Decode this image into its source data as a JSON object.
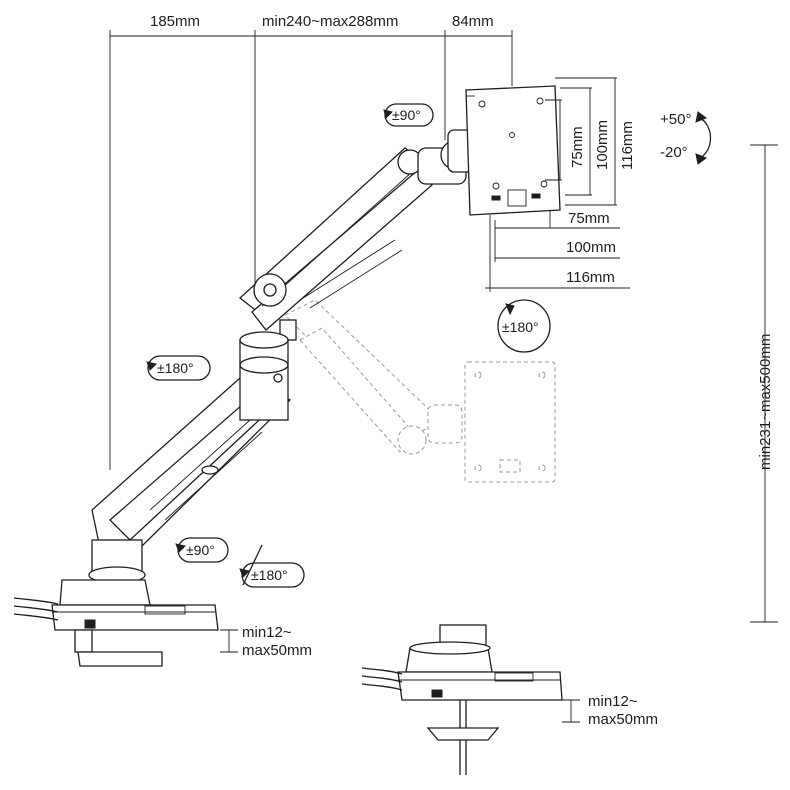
{
  "dimensions": {
    "arm_reach_base": "185mm",
    "arm_reach_range": "min240~max288mm",
    "head_offset": "84mm",
    "vesa_v_75": "75mm",
    "vesa_v_100": "100mm",
    "vesa_v_116": "116mm",
    "vesa_h_75": "75mm",
    "vesa_h_100": "100mm",
    "vesa_h_116": "116mm",
    "height_range": "min231~max500mm",
    "clamp_thickness_line1": "min12~",
    "clamp_thickness_line2": "max50mm",
    "grommet_thickness_line1": "min12~",
    "grommet_thickness_line2": "max50mm"
  },
  "rotations": {
    "head_swivel": "±90°",
    "tilt_up": "+50°",
    "tilt_down": "-20°",
    "screen_rotate": "±180°",
    "elbow_swivel": "±180°",
    "base_swivel_90": "±90°",
    "base_swivel_180": "±180°"
  },
  "icons": {
    "rotation": "rotate-arrow-icon",
    "tilt": "tilt-arc-icon"
  }
}
